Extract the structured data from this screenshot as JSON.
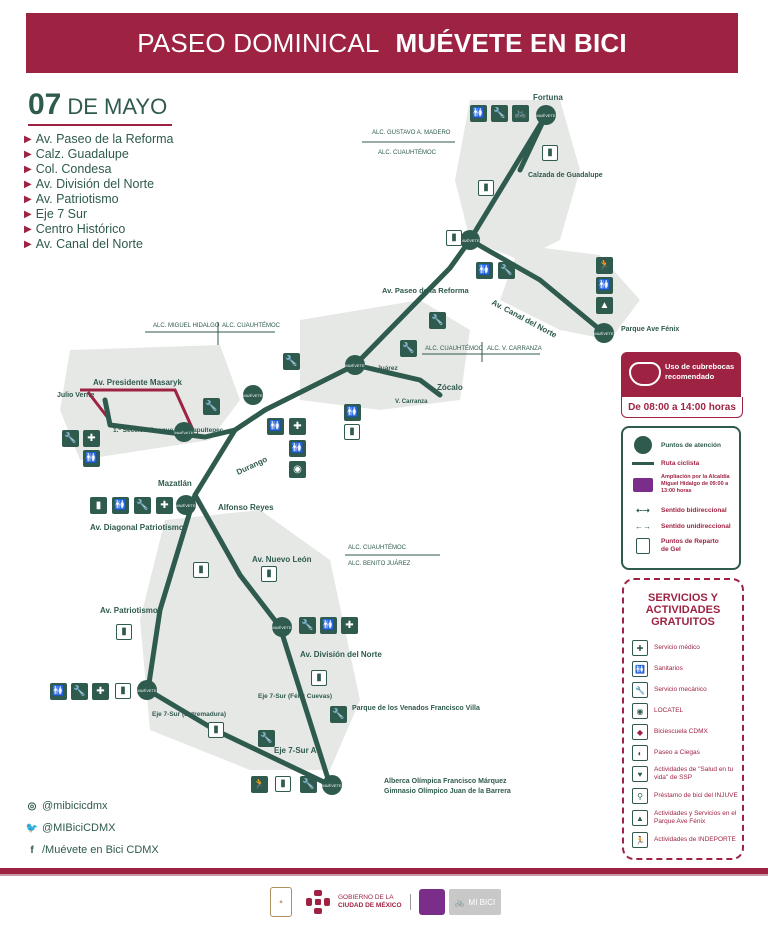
{
  "header": {
    "title_thin": "PASEO DOMINICAL",
    "title_bold": "MUÉVETE EN BICI"
  },
  "date": {
    "day": "07",
    "month": "DE MAYO"
  },
  "routes": [
    "Av. Paseo de la Reforma",
    "Calz. Guadalupe",
    "Col. Condesa",
    "Av. División del Norte",
    "Av. Patriotismo",
    "Eje 7 Sur",
    "Centro Histórico",
    "Av. Canal del Norte"
  ],
  "map": {
    "stops": {
      "fortuna": "Fortuna",
      "calzada": "Calzada de Guadalupe",
      "reforma": "Av. Paseo de la Reforma",
      "canal": "Av. Canal del Norte",
      "parque_fenix": "Parque Ave Fénix",
      "juarez": "Av. Juárez",
      "zocalo": "Zócalo",
      "carranza": "V. Carranza",
      "masaryk": "Av. Presidente Masaryk",
      "julio_verne": "Julio Verne",
      "chapultepec": "1.ª Sección Bosque de Chapultepec",
      "durango": "Durango",
      "mazatlan": "Mazatlán",
      "alfonso_reyes": "Alfonso Reyes",
      "diagonal": "Av. Diagonal Patriotismo",
      "nuevo_leon": "Av. Nuevo León",
      "patriotismo": "Av. Patriotismo",
      "division": "Av. División del Norte",
      "eje7_felix": "Eje 7-Sur (Félix Cuevas)",
      "eje7_extremadura": "Eje 7-Sur (Extremadura)",
      "eje7a": "Eje 7-Sur A",
      "venados": "Parque de los Venados Francisco Villa",
      "alberca": "Alberca Olímpica Francisco Márquez",
      "gimnasio": "Gimnasio Olímpico Juan de la Barrera"
    },
    "alcaldias": {
      "gam": "ALC. GUSTAVO A. MADERO",
      "cuauh1": "ALC. CUAUHTÉMOC",
      "mh": "ALC. MIGUEL HIDALGO",
      "cuauh2": "ALC. CUAUHTÉMOC",
      "cuauh3": "ALC. CUAUHTÉMOC",
      "vcarranza": "ALC. V. CARRANZA",
      "cuauh4": "ALC. CUAUHTÉMOC",
      "bj": "ALC. BENITO JUÁREZ"
    },
    "point_badge": "MUÉVETE",
    "wc": "WC"
  },
  "mask": {
    "text": "Uso de cubrebocas recomendado",
    "hours": "De 08:00 a 14:00 horas"
  },
  "legend": {
    "atencion": "Puntos de atención",
    "ruta": "Ruta ciclista",
    "ampliacion": "Ampliación por la Alcaldía Miguel Hidalgo de 09:00 a 13:00 horas",
    "bidireccional": "Sentido bidireccional",
    "unidireccional": "Sentido unidireccional",
    "gel": "Puntos de Reparto de Gel"
  },
  "services": {
    "title": "SERVICIOS Y ACTIVIDADES GRATUITOS",
    "items": [
      {
        "icon": "medical-icon",
        "label": "Servicio médico"
      },
      {
        "icon": "toilet-icon",
        "label": "Sanitarios"
      },
      {
        "icon": "wrench-icon",
        "label": "Servicio mecánico"
      },
      {
        "icon": "locatel-icon",
        "label": "LOCATEL"
      },
      {
        "icon": "bike-school-icon",
        "label": "Biciescuela CDMX"
      },
      {
        "icon": "blind-walk-icon",
        "label": "Paseo a Ciegas"
      },
      {
        "icon": "health-icon",
        "label": "Actividades de \"Salud en tu vida\" de SSP"
      },
      {
        "icon": "bike-loan-icon",
        "label": "Préstamo de bici del INJUVE"
      },
      {
        "icon": "park-icon",
        "label": "Actividades y Servicios en el Parque Ave Fénix"
      },
      {
        "icon": "sport-icon",
        "label": "Actividades de INDEPORTE"
      }
    ]
  },
  "social": {
    "instagram": "@mibicicdmx",
    "twitter": "@MIBiciCDMX",
    "facebook": "/Muévete en Bici CDMX"
  },
  "footer": {
    "gov_line1": "GOBIERNO DE LA",
    "gov_line2": "CIUDAD DE MÉXICO",
    "mibici": "MI BICI"
  },
  "colors": {
    "brand": "#9e2343",
    "route": "#2f5a4e",
    "map_block": "#e6e8e6"
  }
}
